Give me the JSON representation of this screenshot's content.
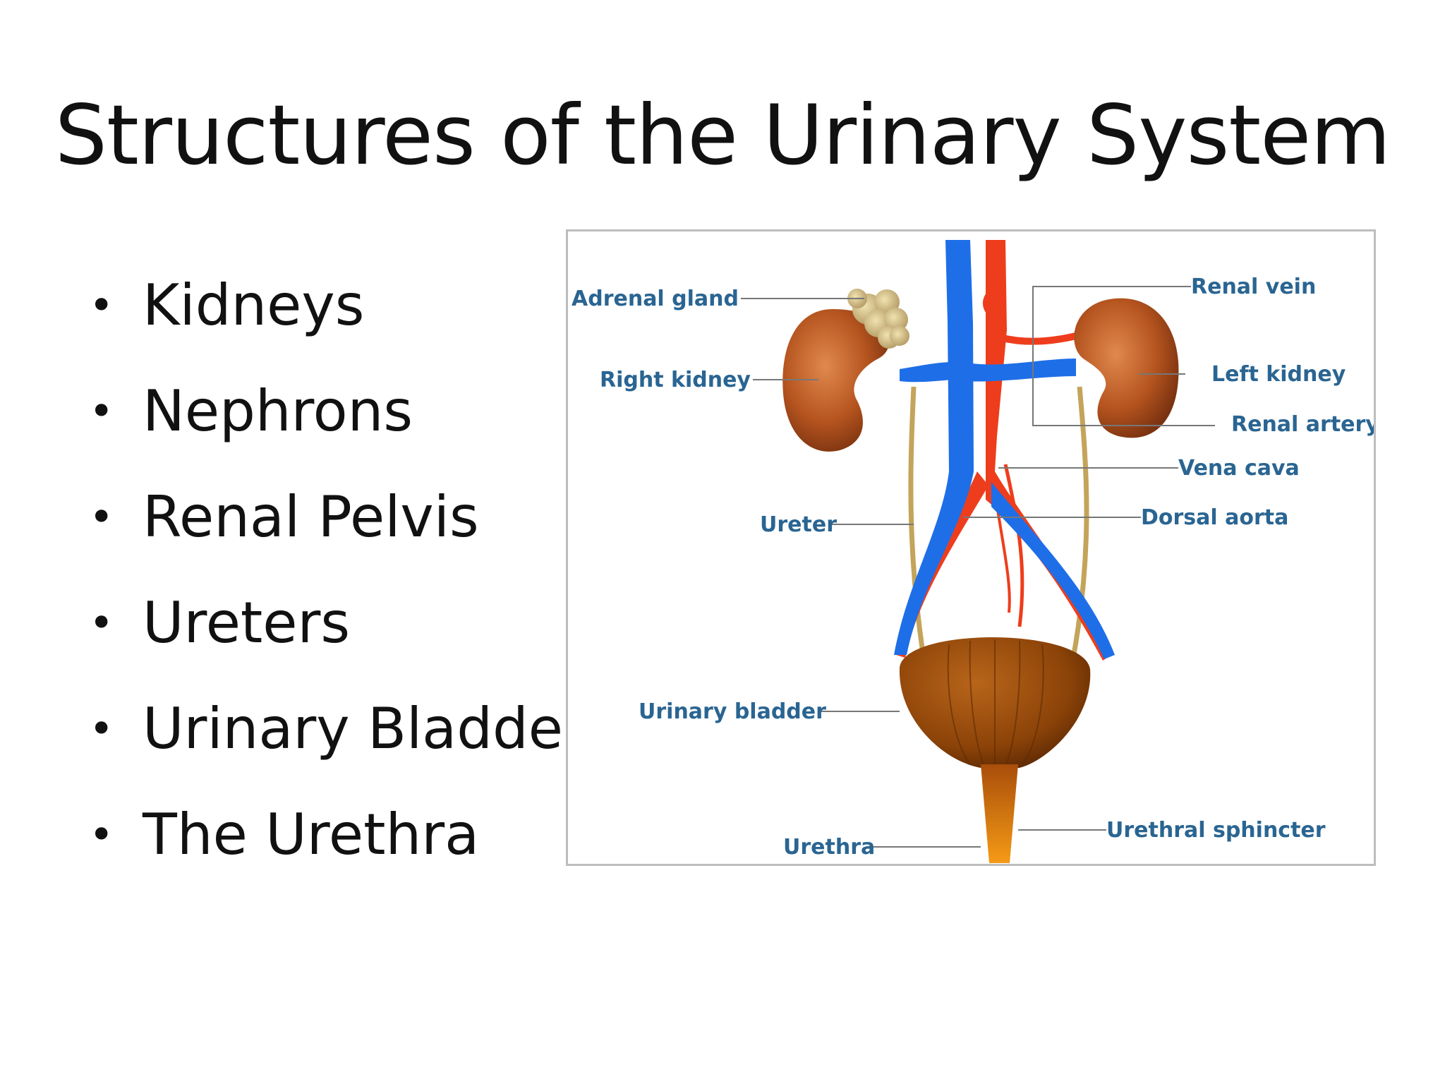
{
  "slide": {
    "title": "Structures of the Urinary System",
    "bullets": [
      "Kidneys",
      "Nephrons",
      "Renal Pelvis",
      "Ureters",
      "Urinary Bladder",
      "The Urethra"
    ]
  },
  "diagram": {
    "labels": {
      "adrenal_gland": "Adrenal gland",
      "right_kidney": "Right kidney",
      "ureter": "Ureter",
      "urinary_bladder": "Urinary bladder",
      "urethra": "Urethra",
      "renal_vein": "Renal vein",
      "left_kidney": "Left kidney",
      "renal_artery": "Renal artery",
      "vena_cava": "Vena cava",
      "dorsal_aorta": "Dorsal aorta",
      "urethral_sphincter": "Urethral sphincter"
    },
    "colors": {
      "label": "#2a6592",
      "vein": "#1e6ee8",
      "artery": "#ee3d1c",
      "kidney": "#b5541f",
      "bladder": "#8c4308",
      "ureter": "#c4a45a"
    }
  }
}
